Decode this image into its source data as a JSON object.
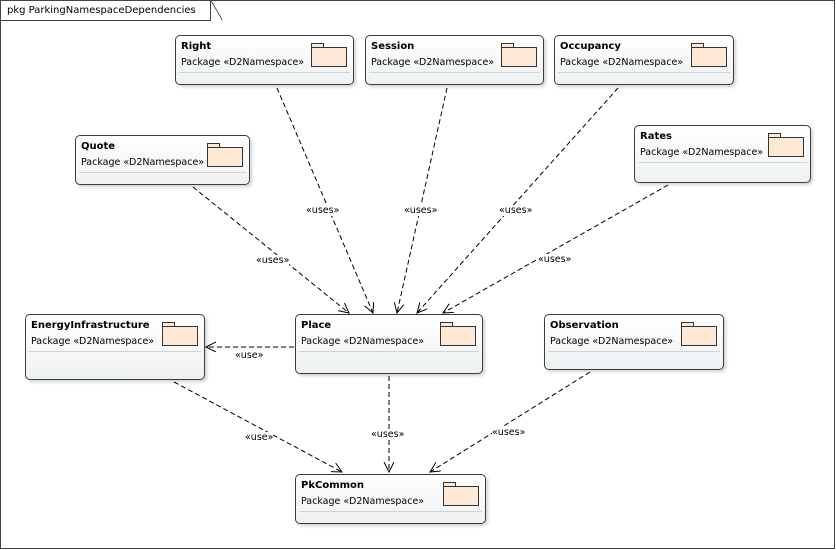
{
  "diagram": {
    "title": "pkg ParkingNamespaceDependencies",
    "stereotype_text": "Package «D2Namespace»"
  },
  "colors": {
    "folder_fill": "#fde9d6",
    "border": "#3c3c3c"
  },
  "packages": [
    {
      "id": "right",
      "name": "Right"
    },
    {
      "id": "session",
      "name": "Session"
    },
    {
      "id": "occupancy",
      "name": "Occupancy"
    },
    {
      "id": "quote",
      "name": "Quote"
    },
    {
      "id": "rates",
      "name": "Rates"
    },
    {
      "id": "energy",
      "name": "EnergyInfrastructure"
    },
    {
      "id": "place",
      "name": "Place"
    },
    {
      "id": "observation",
      "name": "Observation"
    },
    {
      "id": "pkcommon",
      "name": "PkCommon"
    }
  ],
  "edges": [
    {
      "id": "right-place",
      "from": "right",
      "to": "place",
      "label": "«uses»"
    },
    {
      "id": "session-place",
      "from": "session",
      "to": "place",
      "label": "«uses»"
    },
    {
      "id": "occupancy-place",
      "from": "occupancy",
      "to": "place",
      "label": "«uses»"
    },
    {
      "id": "quote-place",
      "from": "quote",
      "to": "place",
      "label": "«uses»"
    },
    {
      "id": "rates-place",
      "from": "rates",
      "to": "place",
      "label": "«uses»"
    },
    {
      "id": "place-energy",
      "from": "place",
      "to": "energy",
      "label": "«use»"
    },
    {
      "id": "energy-pkcommon",
      "from": "energy",
      "to": "pkcommon",
      "label": "«use»"
    },
    {
      "id": "place-pkcommon",
      "from": "place",
      "to": "pkcommon",
      "label": "«uses»"
    },
    {
      "id": "observation-pkcommon",
      "from": "observation",
      "to": "pkcommon",
      "label": "«uses»"
    }
  ]
}
